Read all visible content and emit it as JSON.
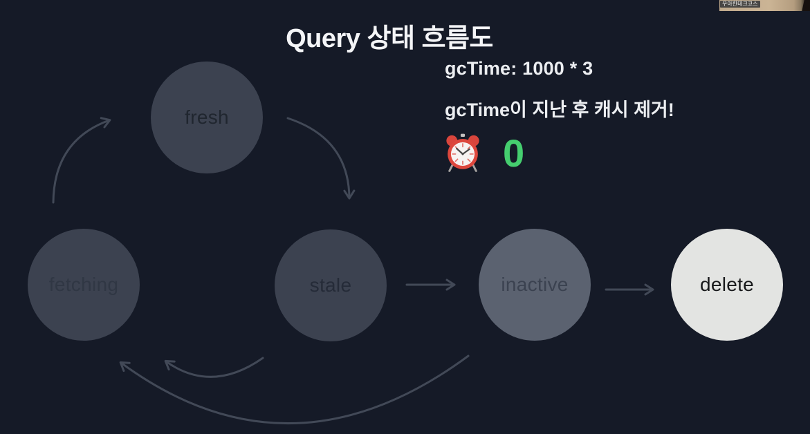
{
  "meeting_overlay": {
    "participant_label": "우아한테크코스"
  },
  "slide": {
    "title": "Query 상태 흐름도",
    "annotations": {
      "gc_time_line1": "gcTime: 1000 * 3",
      "gc_time_line2": "gcTime이 지난 후 캐시 제거!",
      "alarm_icon": "alarm-clock-icon",
      "timer_value": "0",
      "timer_value_color": "#45ce6f"
    }
  },
  "diagram": {
    "nodes": [
      {
        "id": "fresh",
        "label": "fresh",
        "fill": "#3c4250",
        "text_color": "#20262f"
      },
      {
        "id": "fetching",
        "label": "fetching",
        "fill": "#3c4250",
        "text_color": "#303744"
      },
      {
        "id": "stale",
        "label": "stale",
        "fill": "#3c4250",
        "text_color": "#252b38"
      },
      {
        "id": "inactive",
        "label": "inactive",
        "fill": "#5b6270",
        "text_color": "#3b4250"
      },
      {
        "id": "delete",
        "label": "delete",
        "fill": "#e3e4e2",
        "text_color": "#18191b"
      }
    ],
    "edges": [
      {
        "from": "fetching",
        "to": "fresh",
        "style": "curved"
      },
      {
        "from": "fresh",
        "to": "stale",
        "style": "curved"
      },
      {
        "from": "stale",
        "to": "inactive",
        "style": "straight"
      },
      {
        "from": "inactive",
        "to": "delete",
        "style": "straight"
      },
      {
        "from": "stale",
        "to": "fetching",
        "style": "curved"
      },
      {
        "from": "inactive",
        "to": "fetching",
        "style": "curved-long"
      }
    ],
    "edge_color": "#424957"
  },
  "colors": {
    "background": "#151a27",
    "title_text": "#f4f5f7",
    "annotation_text": "#eceef1"
  }
}
